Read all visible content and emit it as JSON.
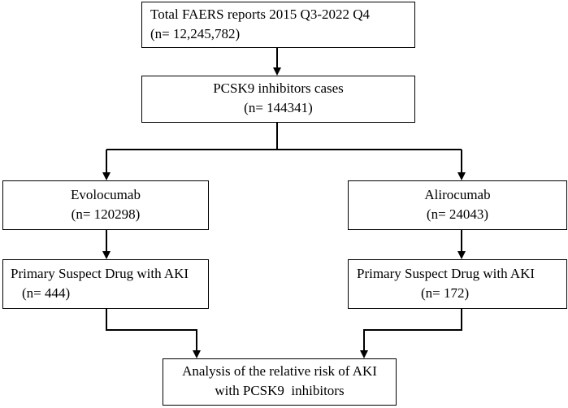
{
  "nodes": {
    "total": {
      "line1": "Total FAERS reports 2015 Q3-2022 Q4",
      "line2": "(n= 12,245,782)"
    },
    "pcsk9": {
      "line1": "PCSK9 inhibitors cases",
      "line2": "(n= 144341)"
    },
    "evolocumab": {
      "line1": "Evolocumab",
      "line2": "(n= 120298)"
    },
    "alirocumab": {
      "line1": "Alirocumab",
      "line2": "(n= 24043)"
    },
    "evo_aki": {
      "line1": "Primary Suspect Drug with AKI",
      "line2": "(n= 444)"
    },
    "ali_aki": {
      "line1": "Primary Suspect Drug with AKI",
      "line2": "(n= 172)"
    },
    "analysis": {
      "line1": "Analysis of the relative risk of AKI",
      "line2": "with PCSK9  inhibitors"
    }
  },
  "colors": {
    "stroke": "#000000",
    "background": "#ffffff"
  }
}
